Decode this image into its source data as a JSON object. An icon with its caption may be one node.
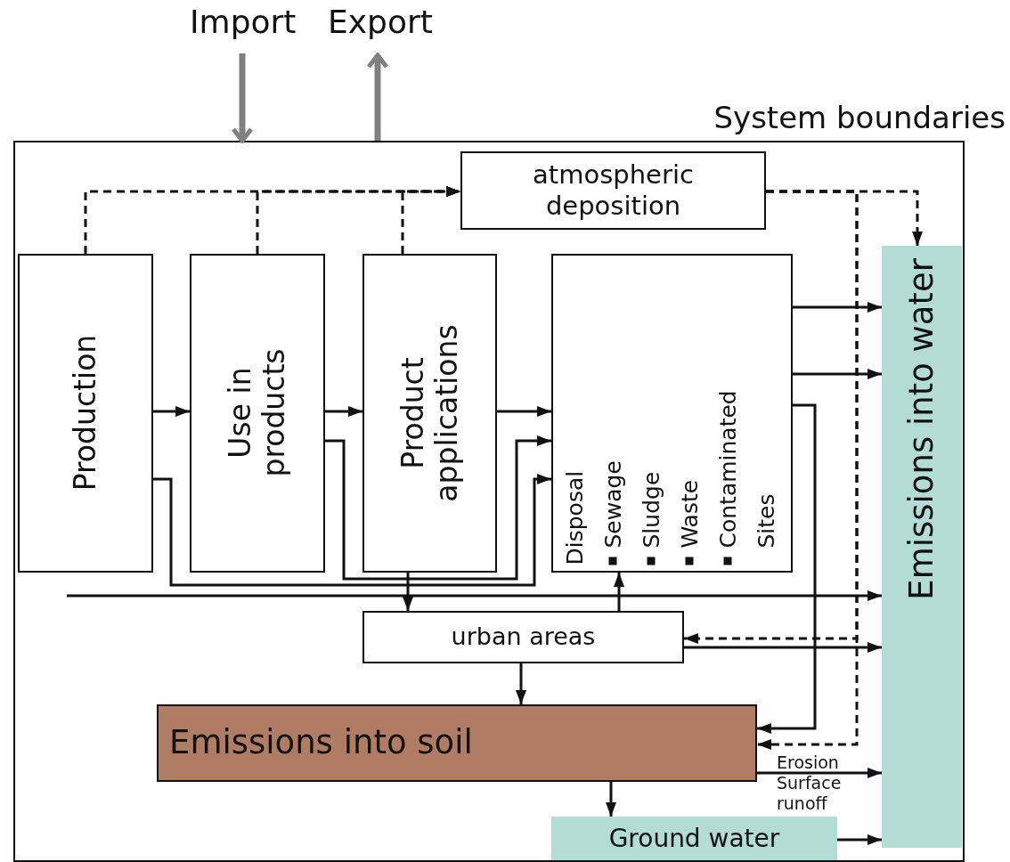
{
  "diagram": {
    "nodes": [
      {
        "text": [
          "System boundaries"
        ]
      },
      {
        "text": [
          "atmospheric deposition"
        ],
        "in": 0
      },
      {
        "text": [
          "Production"
        ],
        "in": 0
      },
      {
        "text": [
          "Use in products"
        ],
        "in": 0
      },
      {
        "text": [
          "Product applications"
        ],
        "in": 0
      },
      {
        "text": [
          "Disposal",
          "Sewage",
          "Sludge",
          "Waste",
          "Contaminated Sites"
        ],
        "in": 0
      },
      {
        "text": [
          "Emissions into water"
        ],
        "in": 0
      },
      {
        "text": [
          "urban areas"
        ],
        "in": 0
      },
      {
        "text": [
          "Emissions into soil"
        ],
        "in": 0
      },
      {
        "text": [
          "Ground water"
        ],
        "in": 0
      }
    ],
    "edges": [
      {
        "from": null,
        "to": 0,
        "arrow": "to",
        "label": "Import",
        "style": "thick",
        "color": "#808080"
      },
      {
        "from": 0,
        "to": null,
        "arrow": "to",
        "label": "Export",
        "style": "thick",
        "color": "#808080"
      },
      {
        "from": 2,
        "to": 1,
        "arrow": "to",
        "style": "dashed"
      },
      {
        "from": 3,
        "to": 1,
        "arrow": "to",
        "style": "dashed"
      },
      {
        "from": 4,
        "to": 1,
        "arrow": "to",
        "style": "dashed"
      },
      {
        "from": 1,
        "to": 6,
        "arrow": "to",
        "style": "dashed"
      },
      {
        "from": 1,
        "to": 7,
        "arrow": "to",
        "style": "dashed"
      },
      {
        "from": 1,
        "to": 8,
        "arrow": "to",
        "style": "dashed"
      },
      {
        "from": 2,
        "to": 3,
        "arrow": "to"
      },
      {
        "from": 2,
        "to": 5,
        "arrow": "to"
      },
      {
        "from": 3,
        "to": 4,
        "arrow": "to"
      },
      {
        "from": 3,
        "to": 5,
        "arrow": "to"
      },
      {
        "from": 4,
        "to": 5,
        "arrow": "to"
      },
      {
        "from": 5,
        "to": 6,
        "arrow": "to"
      },
      {
        "from": 5,
        "to": 6,
        "arrow": "to"
      },
      {
        "from": 5,
        "to": 8,
        "arrow": "to"
      },
      {
        "from": null,
        "to": 6,
        "arrow": "to"
      },
      {
        "from": 4,
        "to": 7,
        "arrow": "to"
      },
      {
        "from": 7,
        "to": 5,
        "arrow": "to"
      },
      {
        "from": 7,
        "to": 6,
        "arrow": "to"
      },
      {
        "from": 7,
        "to": 8,
        "arrow": "to"
      },
      {
        "from": 8,
        "to": 6,
        "arrow": "to",
        "label": "Erosion Surface runoff"
      },
      {
        "from": 8,
        "to": 9,
        "arrow": "to"
      },
      {
        "from": 9,
        "to": 6,
        "arrow": "to"
      }
    ]
  }
}
